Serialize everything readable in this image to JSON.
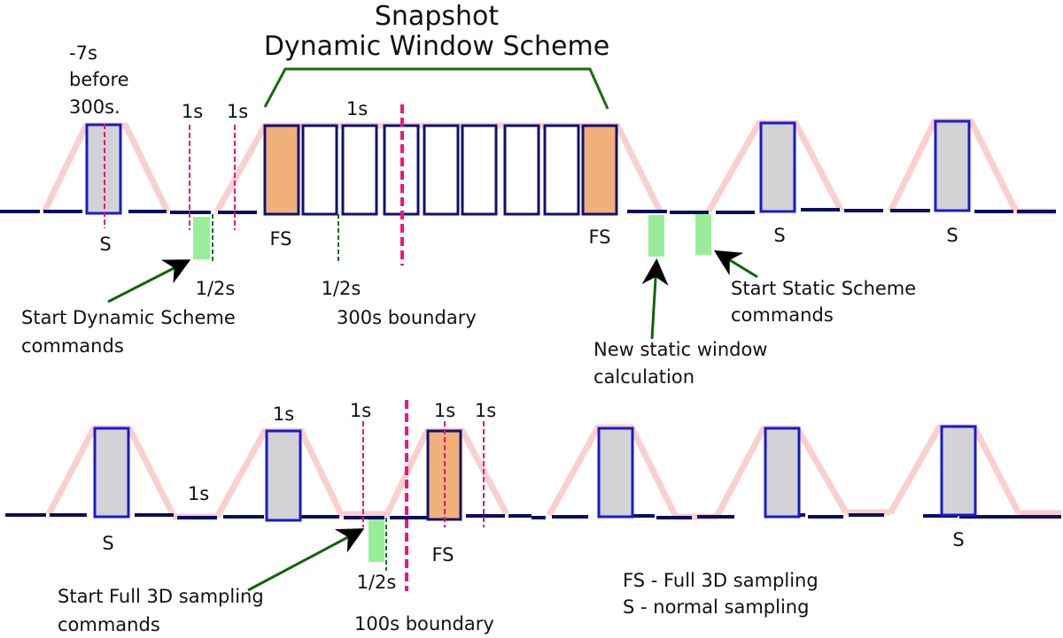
{
  "colors": {
    "baseline": "#0d0d5e",
    "box_stroke": "#1a1acc",
    "box_stroke_dark": "#10106e",
    "sample_fill": "#d3d3d6",
    "full_fill": "#efb07a",
    "ramp": "#fccfcf",
    "boundary": "#f0167a",
    "minor_marker": "#e6157a",
    "half_marker": "#1b6b1b",
    "command": "#98ee98",
    "bracket": "#1c6b12",
    "arrow": "#13620f"
  },
  "title": {
    "line1": "Snapshot",
    "line2": "Dynamic Window Scheme"
  },
  "top_row": {
    "pre_note": [
      "-7s",
      "before",
      "300s."
    ],
    "interval_labels": [
      "1s",
      "1s",
      "1s"
    ],
    "box_labels": [
      "S",
      "FS",
      "FS",
      "S",
      "S"
    ],
    "half_labels": [
      "1/2s",
      "1/2s"
    ],
    "boundary_label": "300s boundary",
    "callouts": {
      "start_dynamic": [
        "Start Dynamic Scheme",
        "commands"
      ],
      "new_static": [
        "New static window",
        "calculation"
      ],
      "start_static": [
        "Start Static Scheme",
        "commands"
      ]
    },
    "boxes": [
      {
        "type": "S"
      },
      {
        "type": "FS"
      },
      {
        "type": "empty"
      },
      {
        "type": "empty"
      },
      {
        "type": "empty"
      },
      {
        "type": "empty"
      },
      {
        "type": "empty"
      },
      {
        "type": "empty"
      },
      {
        "type": "empty"
      },
      {
        "type": "FS"
      },
      {
        "type": "S"
      },
      {
        "type": "S"
      }
    ]
  },
  "bottom_row": {
    "interval_labels": [
      "1s",
      "1s",
      "1s",
      "1s",
      "1s"
    ],
    "box_labels": [
      "S",
      "FS",
      "S"
    ],
    "half_label": "1/2s",
    "boundary_label": "100s boundary",
    "callouts": {
      "start_full": [
        "Start Full 3D sampling",
        "commands"
      ]
    },
    "boxes": [
      {
        "type": "S"
      },
      {
        "type": "S"
      },
      {
        "type": "FS"
      },
      {
        "type": "S"
      },
      {
        "type": "S"
      },
      {
        "type": "S"
      }
    ]
  },
  "legend": {
    "fs": "FS - Full 3D sampling",
    "s": "S - normal sampling"
  }
}
